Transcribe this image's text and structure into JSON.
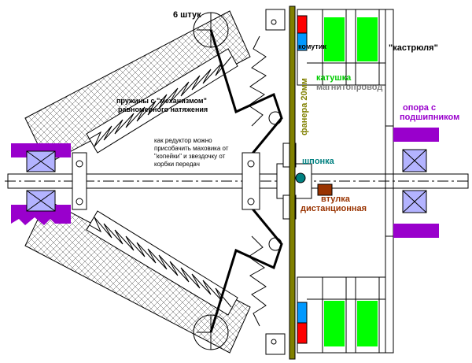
{
  "labels": {
    "six_pcs": "6 штук",
    "kastrulya": "\"кастрюля\"",
    "komutik": "комутик",
    "katushka": "катушка",
    "magnitoprovod": "магнитопровод",
    "fanera": "фанера 20мм",
    "opora_line1": "опора с",
    "opora_line2": "подшипником",
    "shponka": "шпонка",
    "vtulka_line1": "втулка",
    "vtulka_line2": "дистанционная",
    "pruzhiny_line1": "пружины с \"механизмом\"",
    "pruzhiny_line2": "равномерного натяжения",
    "reductor_line1": "как редуктор можно",
    "reductor_line2": "присобачить маховика от",
    "reductor_line3": "\"копейки\" и звездочку от",
    "reductor_line4": "корбки передач"
  },
  "colors": {
    "coil_green": "#00ff00",
    "bearing_purple": "#9900cc",
    "bearing_fill": "#b3b3ff",
    "plywood": "#808000",
    "commutator_red": "#ff0000",
    "commutator_blue": "#0099ff",
    "key_teal": "#008080",
    "bushing_brown": "#993300",
    "label_green": "#00cc00",
    "label_gray": "#808080",
    "label_purple": "#9900cc",
    "label_olive": "#808000",
    "label_teal": "#008080",
    "label_brown": "#993300"
  }
}
